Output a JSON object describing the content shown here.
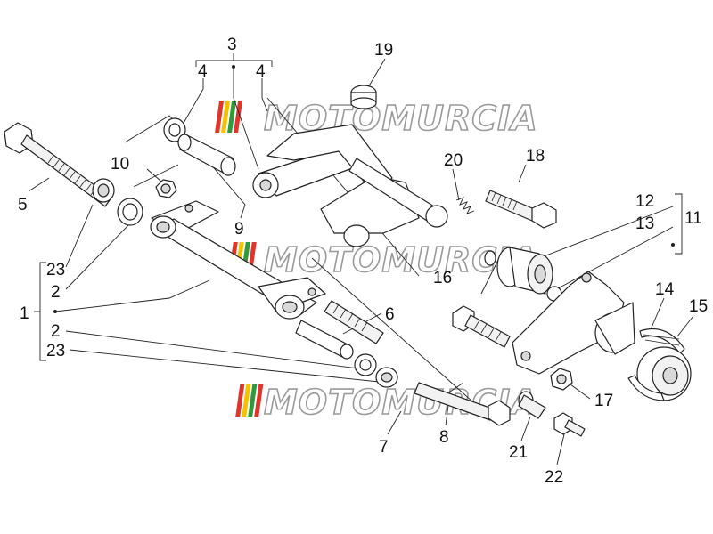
{
  "watermark": "MOTOMURCIA",
  "labels": {
    "n1": "1",
    "n2a": "2",
    "n2b": "2",
    "n3": "3",
    "n4a": "4",
    "n4b": "4",
    "n5": "5",
    "n6": "6",
    "n7": "7",
    "n8": "8",
    "n9": "9",
    "n10": "10",
    "n11": "11",
    "n12": "12",
    "n13": "13",
    "n14": "14",
    "n15": "15",
    "n16": "16",
    "n17": "17",
    "n18": "18",
    "n19": "19",
    "n20": "20",
    "n21": "21",
    "n22": "22",
    "n23a": "23",
    "n23b": "23"
  },
  "colors": {
    "line": "#222222",
    "watermark_outline": "#9a9a9a",
    "logo_red": "#e0352b",
    "logo_yellow": "#f2c200",
    "logo_green": "#2e9a3c"
  }
}
